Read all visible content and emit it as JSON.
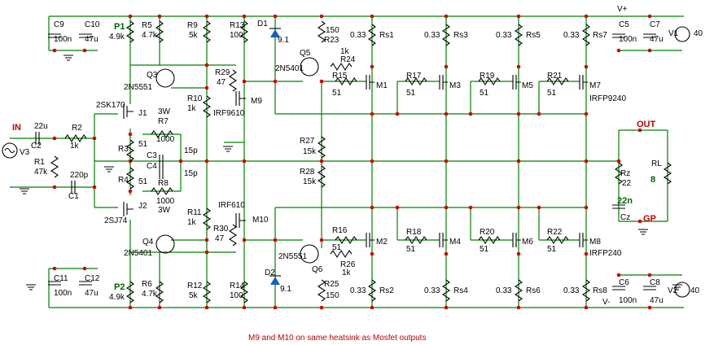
{
  "labels": {
    "in": "IN",
    "out": "OUT",
    "v_plus": "V+",
    "v_minus": "V-",
    "gp": "GP",
    "p1": "P1",
    "p1_val": "4.9k",
    "p2": "P2",
    "p2_val": "4.9k",
    "note": "M9 and M10 on same heatsink as Mosfet outputs"
  },
  "parts": {
    "C9": "C9",
    "C9v": "100n",
    "C10": "C10",
    "C10v": "47u",
    "C11": "C11",
    "C11v": "100n",
    "C12": "C12",
    "C12v": "47u",
    "R5": "R5",
    "R5v": "4.7k",
    "R6": "R6",
    "R6v": "4.7k",
    "R9": "R9",
    "R9v": "5k",
    "R12": "R12",
    "R12v": "5k",
    "R13": "R13",
    "R13v": "100",
    "R14": "R14",
    "R14v": "100",
    "R29": "R29",
    "R29v": "47",
    "R30": "R30",
    "R30v": "47",
    "R10": "R10",
    "R10v": "1k",
    "R11": "R11",
    "R11v": "1k",
    "R3": "R3",
    "R3v": "51",
    "R4": "R4",
    "R4v": "51",
    "R7": "R7",
    "R7v": "1000",
    "R7w": "3W",
    "R8": "R8",
    "R8v": "1000",
    "R8w": "3W",
    "C3": "C3",
    "C3v": "15p",
    "C4": "C4",
    "C4v": "15p",
    "C2": "C2",
    "C2v": "22u",
    "R2": "R2",
    "R2v": "1k",
    "R1": "R1",
    "R1v": "47k",
    "C1": "C1",
    "C1v": "220p",
    "V3": "V3",
    "Q3": "Q3",
    "Q3t": "2N5551",
    "Q4": "Q4",
    "Q4t": "2N5401",
    "J1": "J1",
    "J1t": "2SK170",
    "J2": "J2",
    "J2t": "2SJ74",
    "M9": "M9",
    "M9t": "IRF9610",
    "M10": "M10",
    "M10t": "IRF610",
    "D1": "D1",
    "D1v": "9.1",
    "D2": "D2",
    "D2v": "9.1",
    "Q5": "Q5",
    "Q5t": "2N5401",
    "Q6": "Q6",
    "Q6t": "2N5551",
    "R23": "R23",
    "R23v": "150",
    "R25": "R25",
    "R25v": "150",
    "R24": "R24",
    "R24v": "1k",
    "R26": "R26",
    "R26v": "1k",
    "R27": "R27",
    "R27v": "15k",
    "R28": "R28",
    "R28v": "15k",
    "R15": "R15",
    "R15v": "51",
    "R16": "R16",
    "R16v": "51",
    "R17": "R17",
    "R17v": "51",
    "R18": "R18",
    "R18v": "51",
    "R19": "R19",
    "R19v": "51",
    "R20": "R20",
    "R20v": "51",
    "R21": "R21",
    "R21v": "51",
    "R22": "R22",
    "R22v": "51",
    "M1": "M1",
    "M2": "M2",
    "M3": "M3",
    "M4": "M4",
    "M5": "M5",
    "M6": "M6",
    "M7": "M7",
    "M7t": "IRFP9240",
    "M8": "M8",
    "M8t": "IRFP240",
    "Rs1": "Rs1",
    "Rs2": "Rs2",
    "Rs3": "Rs3",
    "Rs4": "Rs4",
    "Rs5": "Rs5",
    "Rs6": "Rs6",
    "Rs7": "Rs7",
    "Rs8": "Rs8",
    "Rsv": "0.33",
    "C5": "C5",
    "C5v": "100n",
    "C7": "C7",
    "C7v": "47u",
    "V1": "V1",
    "V1v": "40",
    "C6": "C6",
    "C6v": "100n",
    "C8": "C8",
    "C8v": "47u",
    "V2": "V2",
    "V2v": "40",
    "Rz": "Rz",
    "Rzv": "22",
    "Cz": "Cz",
    "Czv": "22n",
    "RL": "RL",
    "RLv": "8"
  }
}
